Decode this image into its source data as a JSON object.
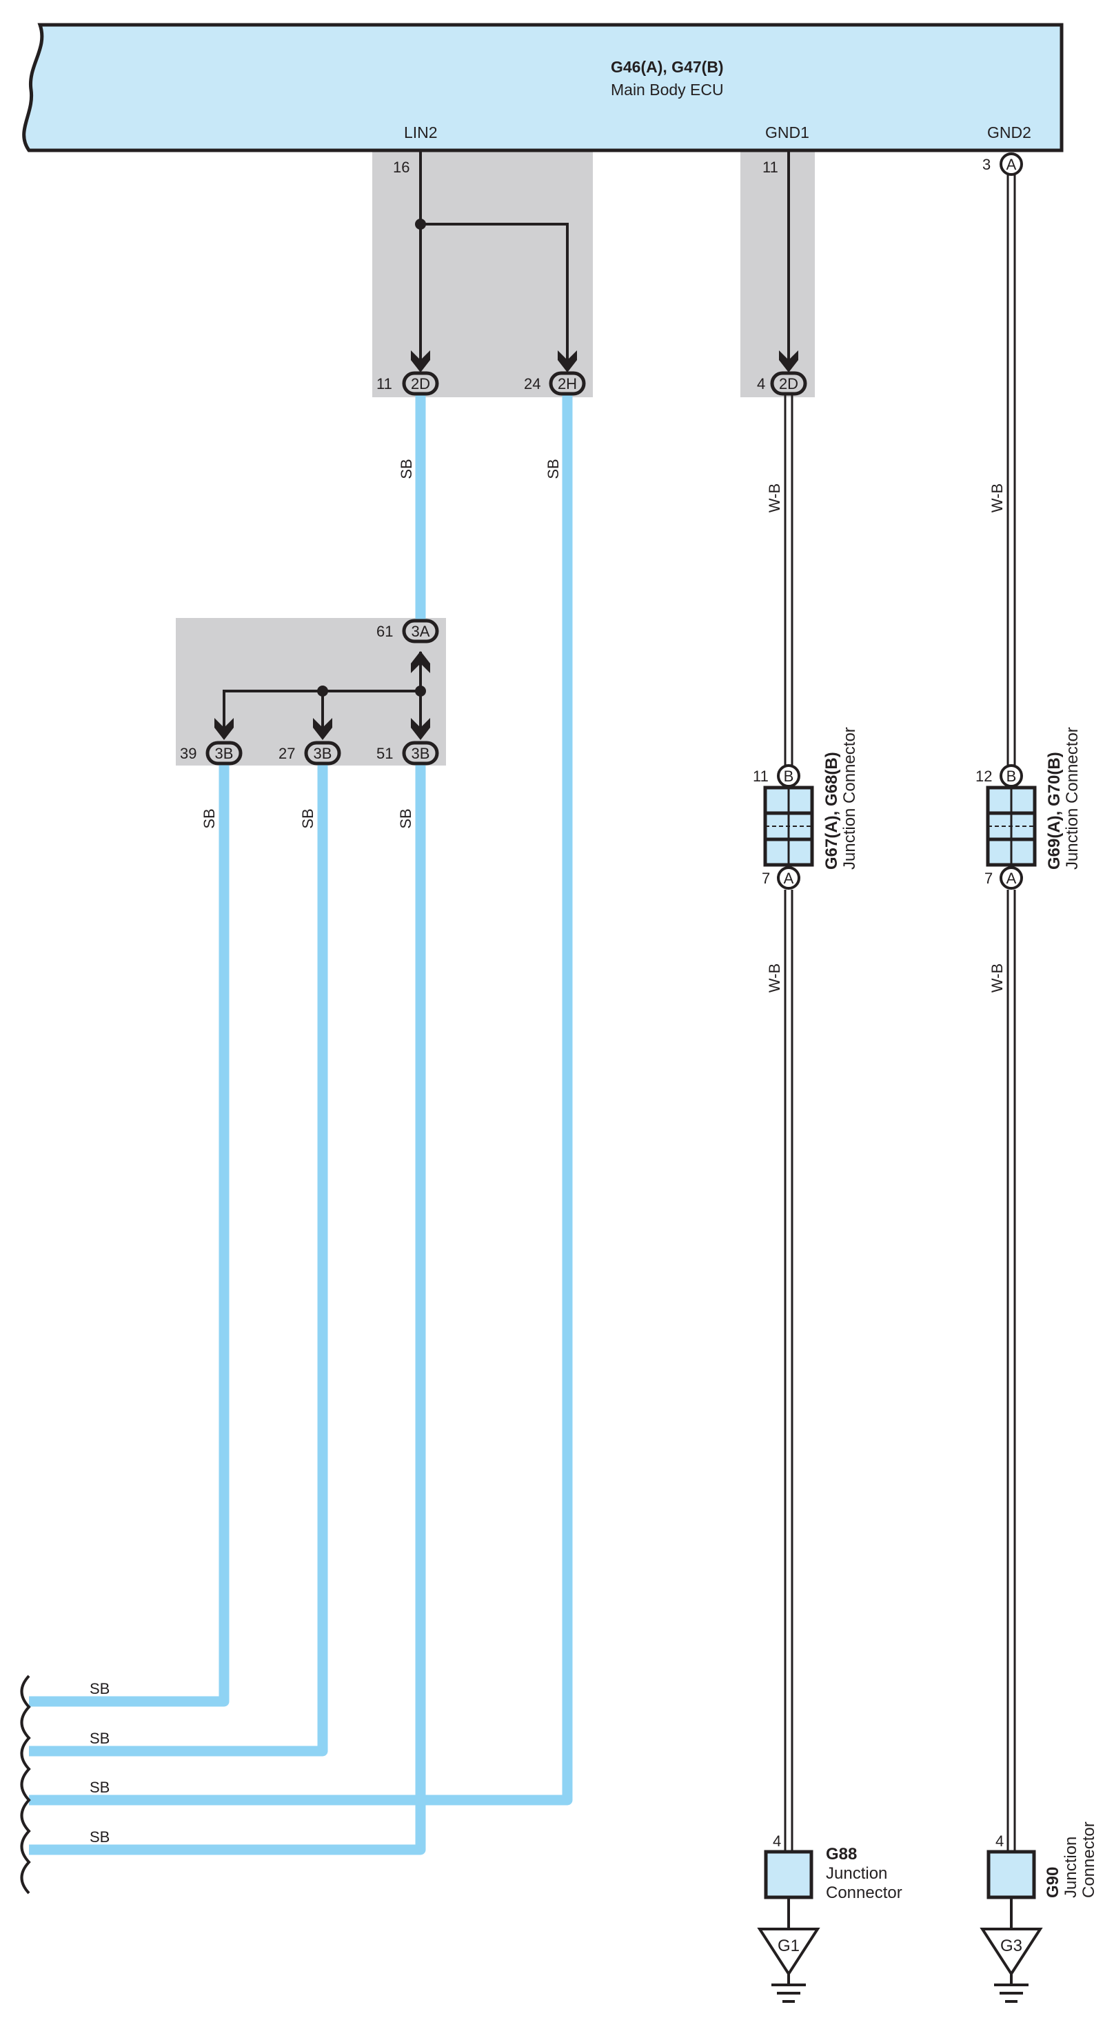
{
  "ecu": {
    "connectors": "G46(A), G47(B)",
    "name": "Main Body ECU",
    "terminals": [
      "LIN2",
      "GND1",
      "GND2"
    ]
  },
  "pins": {
    "lin2": "16",
    "gnd1": "11",
    "gnd2": "3",
    "j2d_a": "11",
    "j2h": "24",
    "j2d_b": "4",
    "j3a": "61",
    "j3b_a": "39",
    "j3b_b": "27",
    "j3b_c": "51",
    "g67_top": "11",
    "g67_bot": "7",
    "g69_top": "12",
    "g69_bot": "7",
    "g88": "4",
    "g90": "4"
  },
  "connector_codes": {
    "gnd2": "A",
    "j2d_a": "2D",
    "j2h": "2H",
    "j2d_b": "2D",
    "j3a": "3A",
    "j3b": "3B",
    "g67_top": "B",
    "g67_bot": "A",
    "g69_top": "B",
    "g69_bot": "A"
  },
  "wire_colors": {
    "sb": "SB",
    "wb": "W-B"
  },
  "junctions": {
    "g67": {
      "code": "G67(A), G68(B)",
      "name": "Junction Connector"
    },
    "g69": {
      "code": "G69(A), G70(B)",
      "name": "Junction Connector"
    },
    "g88": {
      "code": "G88",
      "line1": "Junction",
      "line2": "Connector"
    },
    "g90": {
      "code": "G90",
      "line1": "Junction",
      "line2": "Connector"
    }
  },
  "grounds": [
    "G1",
    "G3"
  ],
  "colors": {
    "ecu_fill": "#c8e8f8",
    "sb_wire": "#8fd3f4",
    "shade": "#d0d0d2",
    "line": "#231f20"
  }
}
